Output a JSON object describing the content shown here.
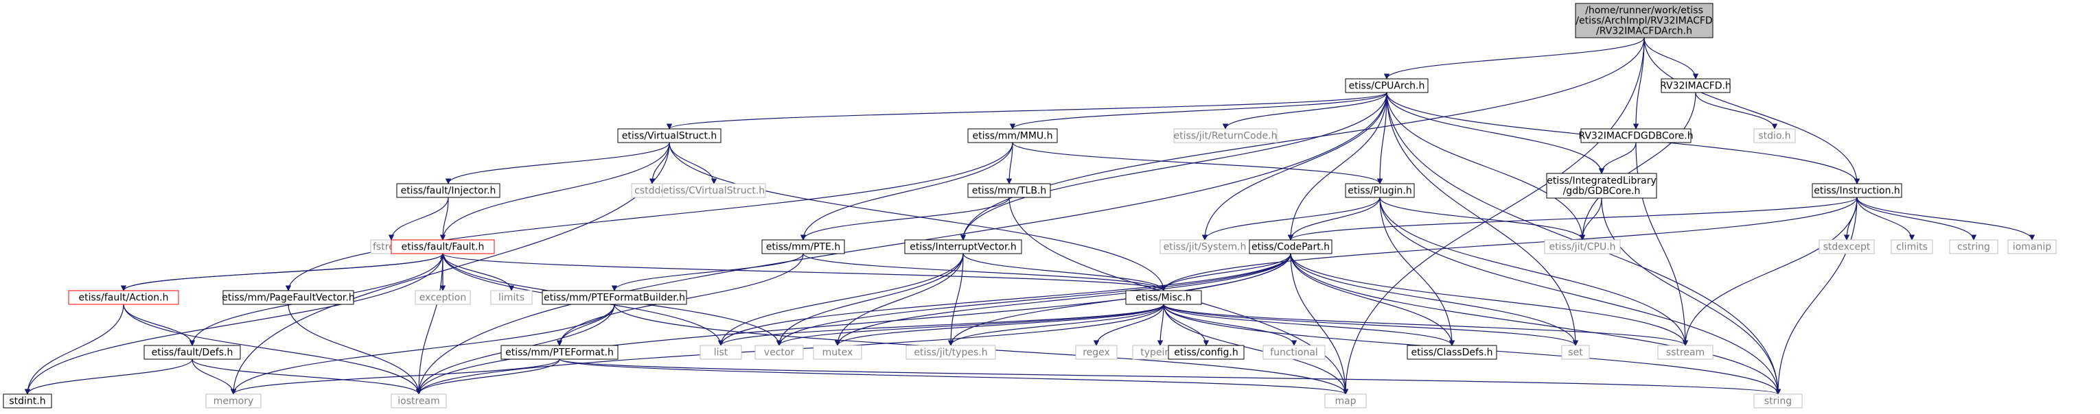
{
  "colors": {
    "edge": "#191970",
    "node_border": "#000000",
    "root_fill": "#bfbfbf",
    "error_border": "#ff0000",
    "external_border": "#bfbfbf",
    "external_text": "#808080",
    "text": "#000000"
  },
  "graph": {
    "nodes": [
      {
        "id": "root",
        "lines": [
          "/home/runner/work/etiss",
          "/etiss/ArchImpl/RV32IMACFD",
          "/RV32IMACFDArch.h"
        ],
        "style": "root"
      },
      {
        "id": "cpuarch",
        "lines": [
          "etiss/CPUArch.h"
        ],
        "style": "normal"
      },
      {
        "id": "rv32imacfd_h",
        "lines": [
          "RV32IMACFD.h"
        ],
        "style": "normal"
      },
      {
        "id": "stdio",
        "lines": [
          "stdio.h"
        ],
        "style": "external"
      },
      {
        "id": "gdbcore_rv",
        "lines": [
          "RV32IMACFDGDBCore.h"
        ],
        "style": "normal"
      },
      {
        "id": "virtualstruct",
        "lines": [
          "etiss/VirtualStruct.h"
        ],
        "style": "normal"
      },
      {
        "id": "mmu",
        "lines": [
          "etiss/mm/MMU.h"
        ],
        "style": "normal"
      },
      {
        "id": "returncode",
        "lines": [
          "etiss/jit/ReturnCode.h"
        ],
        "style": "external"
      },
      {
        "id": "instruction",
        "lines": [
          "etiss/Instruction.h"
        ],
        "style": "normal"
      },
      {
        "id": "intlib_gdbcore",
        "lines": [
          "etiss/IntegratedLibrary",
          "/gdb/GDBCore.h"
        ],
        "style": "normal"
      },
      {
        "id": "injector",
        "lines": [
          "etiss/fault/Injector.h"
        ],
        "style": "normal"
      },
      {
        "id": "cstddef",
        "lines": [
          "cstddef"
        ],
        "style": "external"
      },
      {
        "id": "cvirtualstruct",
        "lines": [
          "etiss/CVirtualStruct.h"
        ],
        "style": "external"
      },
      {
        "id": "tlb",
        "lines": [
          "etiss/mm/TLB.h"
        ],
        "style": "normal"
      },
      {
        "id": "plugin",
        "lines": [
          "etiss/Plugin.h"
        ],
        "style": "normal"
      },
      {
        "id": "fstream",
        "lines": [
          "fstream"
        ],
        "style": "external"
      },
      {
        "id": "fault",
        "lines": [
          "etiss/fault/Fault.h"
        ],
        "style": "error"
      },
      {
        "id": "pte",
        "lines": [
          "etiss/mm/PTE.h"
        ],
        "style": "normal"
      },
      {
        "id": "interruptvector",
        "lines": [
          "etiss/InterruptVector.h"
        ],
        "style": "normal"
      },
      {
        "id": "jitsystem",
        "lines": [
          "etiss/jit/System.h"
        ],
        "style": "external"
      },
      {
        "id": "codepart",
        "lines": [
          "etiss/CodePart.h"
        ],
        "style": "normal"
      },
      {
        "id": "jitcpu",
        "lines": [
          "etiss/jit/CPU.h"
        ],
        "style": "external"
      },
      {
        "id": "stdexcept",
        "lines": [
          "stdexcept"
        ],
        "style": "external"
      },
      {
        "id": "climits",
        "lines": [
          "climits"
        ],
        "style": "external"
      },
      {
        "id": "cstring",
        "lines": [
          "cstring"
        ],
        "style": "external"
      },
      {
        "id": "iomanip",
        "lines": [
          "iomanip"
        ],
        "style": "external"
      },
      {
        "id": "action",
        "lines": [
          "etiss/fault/Action.h"
        ],
        "style": "error"
      },
      {
        "id": "pagefaultvector",
        "lines": [
          "etiss/mm/PageFaultVector.h"
        ],
        "style": "normal"
      },
      {
        "id": "exception",
        "lines": [
          "exception"
        ],
        "style": "external"
      },
      {
        "id": "limits",
        "lines": [
          "limits"
        ],
        "style": "external"
      },
      {
        "id": "pteformatbuilder",
        "lines": [
          "etiss/mm/PTEFormatBuilder.h"
        ],
        "style": "normal"
      },
      {
        "id": "misc",
        "lines": [
          "etiss/Misc.h"
        ],
        "style": "normal"
      },
      {
        "id": "defs",
        "lines": [
          "etiss/fault/Defs.h"
        ],
        "style": "normal"
      },
      {
        "id": "pteformat",
        "lines": [
          "etiss/mm/PTEFormat.h"
        ],
        "style": "normal"
      },
      {
        "id": "list",
        "lines": [
          "list"
        ],
        "style": "external"
      },
      {
        "id": "vector",
        "lines": [
          "vector"
        ],
        "style": "external"
      },
      {
        "id": "mutex",
        "lines": [
          "mutex"
        ],
        "style": "external"
      },
      {
        "id": "jittypes",
        "lines": [
          "etiss/jit/types.h"
        ],
        "style": "external"
      },
      {
        "id": "regex",
        "lines": [
          "regex"
        ],
        "style": "external"
      },
      {
        "id": "typeinfo",
        "lines": [
          "typeinfo"
        ],
        "style": "external"
      },
      {
        "id": "config",
        "lines": [
          "etiss/config.h"
        ],
        "style": "normal"
      },
      {
        "id": "functional",
        "lines": [
          "functional"
        ],
        "style": "external"
      },
      {
        "id": "classdefs",
        "lines": [
          "etiss/ClassDefs.h"
        ],
        "style": "normal"
      },
      {
        "id": "set",
        "lines": [
          "set"
        ],
        "style": "external"
      },
      {
        "id": "sstream",
        "lines": [
          "sstream"
        ],
        "style": "external"
      },
      {
        "id": "stdint",
        "lines": [
          "stdint.h"
        ],
        "style": "normal"
      },
      {
        "id": "memory",
        "lines": [
          "memory"
        ],
        "style": "external"
      },
      {
        "id": "iostream",
        "lines": [
          "iostream"
        ],
        "style": "external"
      },
      {
        "id": "map",
        "lines": [
          "map"
        ],
        "style": "external"
      },
      {
        "id": "string",
        "lines": [
          "string"
        ],
        "style": "external"
      }
    ],
    "edges": [
      [
        "root",
        "cpuarch"
      ],
      [
        "root",
        "rv32imacfd_h"
      ],
      [
        "root",
        "gdbcore_rv"
      ],
      [
        "root",
        "instruction"
      ],
      [
        "root",
        "interruptvector"
      ],
      [
        "root",
        "map"
      ],
      [
        "cpuarch",
        "virtualstruct"
      ],
      [
        "cpuarch",
        "mmu"
      ],
      [
        "cpuarch",
        "returncode"
      ],
      [
        "cpuarch",
        "instruction"
      ],
      [
        "cpuarch",
        "intlib_gdbcore"
      ],
      [
        "cpuarch",
        "plugin"
      ],
      [
        "cpuarch",
        "codepart"
      ],
      [
        "cpuarch",
        "jitcpu"
      ],
      [
        "cpuarch",
        "jitsystem"
      ],
      [
        "cpuarch",
        "interruptvector"
      ],
      [
        "cpuarch",
        "set"
      ],
      [
        "cpuarch",
        "string"
      ],
      [
        "cpuarch",
        "iostream"
      ],
      [
        "rv32imacfd_h",
        "stdio"
      ],
      [
        "rv32imacfd_h",
        "jitcpu"
      ],
      [
        "gdbcore_rv",
        "intlib_gdbcore"
      ],
      [
        "gdbcore_rv",
        "sstream"
      ],
      [
        "intlib_gdbcore",
        "jitcpu"
      ],
      [
        "intlib_gdbcore",
        "string"
      ],
      [
        "virtualstruct",
        "injector"
      ],
      [
        "virtualstruct",
        "cstddef"
      ],
      [
        "virtualstruct",
        "cvirtualstruct"
      ],
      [
        "virtualstruct",
        "misc"
      ],
      [
        "virtualstruct",
        "memory"
      ],
      [
        "virtualstruct",
        "fault"
      ],
      [
        "mmu",
        "tlb"
      ],
      [
        "mmu",
        "pte"
      ],
      [
        "mmu",
        "plugin"
      ],
      [
        "mmu",
        "pagefaultvector"
      ],
      [
        "tlb",
        "pte"
      ],
      [
        "tlb",
        "map"
      ],
      [
        "injector",
        "fstream"
      ],
      [
        "injector",
        "fault"
      ],
      [
        "plugin",
        "jitsystem"
      ],
      [
        "plugin",
        "codepart"
      ],
      [
        "plugin",
        "jitcpu"
      ],
      [
        "plugin",
        "classdefs"
      ],
      [
        "plugin",
        "sstream"
      ],
      [
        "plugin",
        "string"
      ],
      [
        "instruction",
        "codepart"
      ],
      [
        "instruction",
        "misc"
      ],
      [
        "instruction",
        "stdexcept"
      ],
      [
        "instruction",
        "climits"
      ],
      [
        "instruction",
        "cstring"
      ],
      [
        "instruction",
        "iomanip"
      ],
      [
        "instruction",
        "sstream"
      ],
      [
        "instruction",
        "string"
      ],
      [
        "fault",
        "action"
      ],
      [
        "fault",
        "defs"
      ],
      [
        "fault",
        "exception"
      ],
      [
        "fault",
        "limits"
      ],
      [
        "fault",
        "list"
      ],
      [
        "fault",
        "vector"
      ],
      [
        "fault",
        "iostream"
      ],
      [
        "fault",
        "stdint"
      ],
      [
        "fault",
        "misc"
      ],
      [
        "action",
        "fault"
      ],
      [
        "action",
        "defs"
      ],
      [
        "action",
        "stdint"
      ],
      [
        "action",
        "iostream"
      ],
      [
        "defs",
        "stdint"
      ],
      [
        "defs",
        "memory"
      ],
      [
        "defs",
        "iostream"
      ],
      [
        "pte",
        "pteformatbuilder"
      ],
      [
        "pte",
        "pteformat"
      ],
      [
        "pte",
        "misc"
      ],
      [
        "pagefaultvector",
        "iostream"
      ],
      [
        "pteformatbuilder",
        "pteformat"
      ],
      [
        "pteformatbuilder",
        "iostream"
      ],
      [
        "pteformatbuilder",
        "map"
      ],
      [
        "pteformatbuilder",
        "memory"
      ],
      [
        "pteformat",
        "memory"
      ],
      [
        "pteformat",
        "iostream"
      ],
      [
        "pteformat",
        "map"
      ],
      [
        "pteformat",
        "string"
      ],
      [
        "interruptvector",
        "misc"
      ],
      [
        "interruptvector",
        "list"
      ],
      [
        "interruptvector",
        "vector"
      ],
      [
        "interruptvector",
        "mutex"
      ],
      [
        "interruptvector",
        "jittypes"
      ],
      [
        "codepart",
        "misc"
      ],
      [
        "codepart",
        "list"
      ],
      [
        "codepart",
        "jittypes"
      ],
      [
        "codepart",
        "classdefs"
      ],
      [
        "codepart",
        "set"
      ],
      [
        "codepart",
        "sstream"
      ],
      [
        "codepart",
        "map"
      ],
      [
        "codepart",
        "string"
      ],
      [
        "codepart",
        "mutex"
      ],
      [
        "codepart",
        "vector"
      ],
      [
        "codepart",
        "iostream"
      ],
      [
        "misc",
        "list"
      ],
      [
        "misc",
        "vector"
      ],
      [
        "misc",
        "mutex"
      ],
      [
        "misc",
        "jittypes"
      ],
      [
        "misc",
        "regex"
      ],
      [
        "misc",
        "typeinfo"
      ],
      [
        "misc",
        "config"
      ],
      [
        "misc",
        "functional"
      ],
      [
        "misc",
        "classdefs"
      ],
      [
        "misc",
        "set"
      ],
      [
        "misc",
        "sstream"
      ],
      [
        "misc",
        "map"
      ],
      [
        "misc",
        "string"
      ],
      [
        "misc",
        "iostream"
      ]
    ]
  }
}
